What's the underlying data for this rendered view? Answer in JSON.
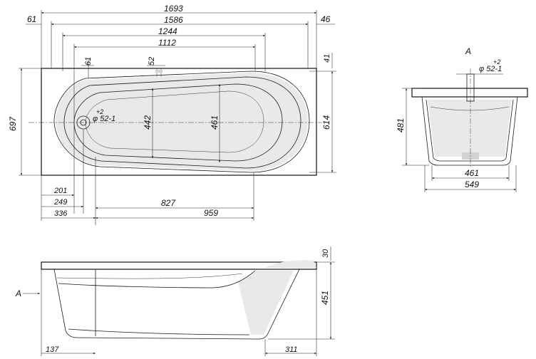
{
  "top_view": {
    "horizontal_dims": [
      "1693",
      "1586",
      "1244",
      "1112",
      "61",
      "46",
      "61",
      "52"
    ],
    "vertical_dims": [
      "697",
      "614",
      "442",
      "461",
      "41"
    ],
    "bottom_dims": [
      "201",
      "249",
      "336",
      "827",
      "959"
    ],
    "drain_tol_upper": "+2",
    "drain_label": "φ 52-1"
  },
  "section_view": {
    "label": "A",
    "tol_upper": "+2",
    "drain_label": "φ 52-1",
    "height_dim": "481",
    "inner_width": "461",
    "outer_width": "549"
  },
  "side_view": {
    "arrow_label": "A",
    "height_dim": "451",
    "rim_dim": "30",
    "left_dim": "137",
    "right_dim": "311"
  }
}
